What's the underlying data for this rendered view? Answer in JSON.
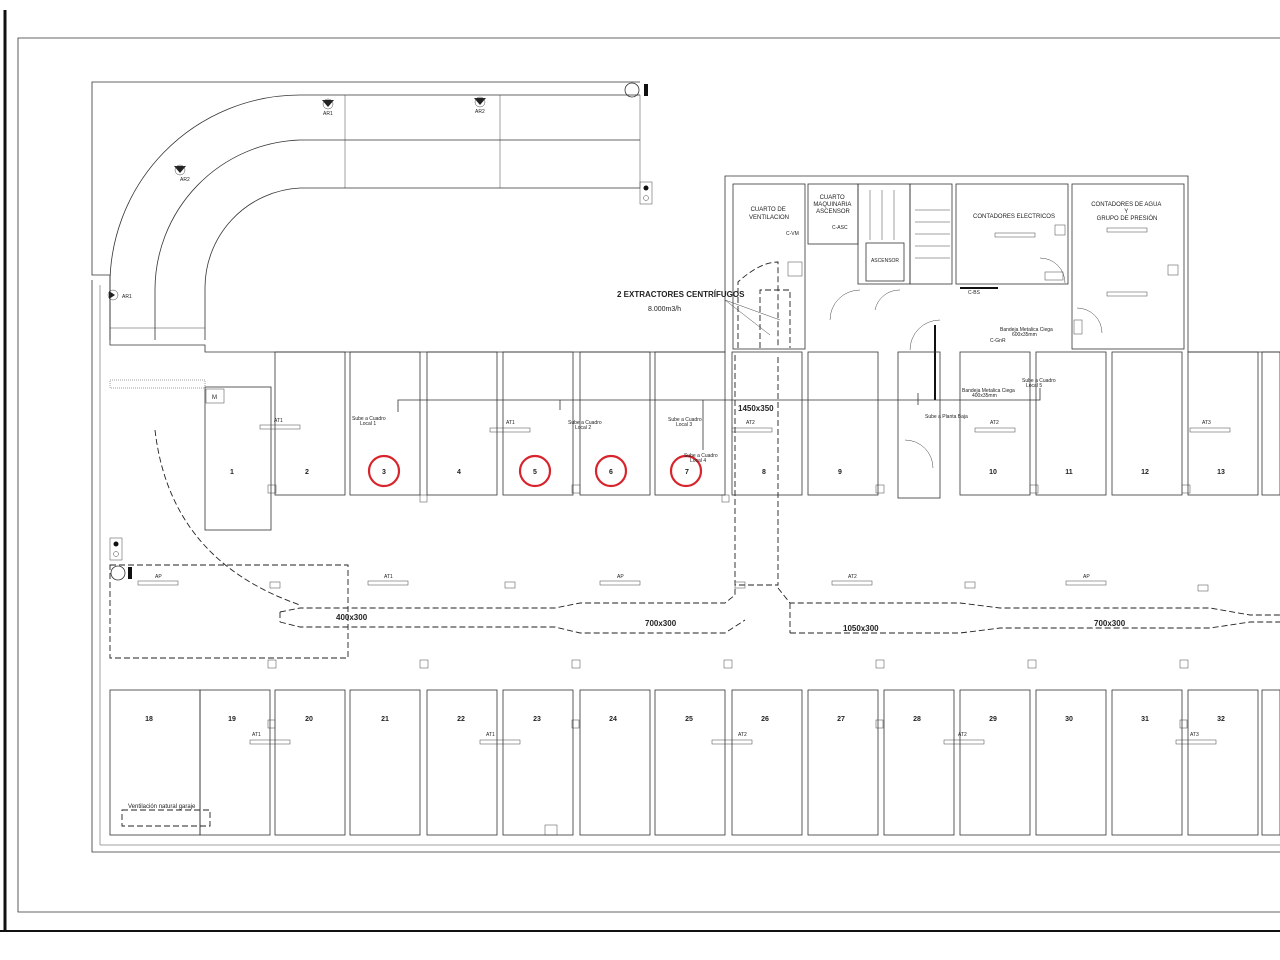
{
  "rooms": {
    "ventilacion": [
      "CUARTO DE",
      "VENTILACION"
    ],
    "maquinaria": [
      "CUARTO",
      "MAQUINARIA",
      "ASCENSOR"
    ],
    "ascensor": "ASCENSOR",
    "contadores_electricos": "CONTADORES ELECTRICOS",
    "contadores_agua": [
      "CONTADORES DE AGUA",
      "Y",
      "GRUPO DE PRESIÓN"
    ]
  },
  "annotations": {
    "extractores_title": "2 EXTRACTORES CENTRÍFUGOS",
    "extractores_flow": "8.000m3/h",
    "ventilacion_natural": "Ventilación natural garaje",
    "bandeja_1": "Bandeja Metalica Ciega",
    "bandeja_1_size": "600x35mm",
    "bandeja_2": "Bandeja Metalica Ciega",
    "bandeja_2_size": "400x35mm",
    "sube_local_1": [
      "Sube a Cuadro",
      "Local 1"
    ],
    "sube_local_2": [
      "Sube a Cuadro",
      "Local 2"
    ],
    "sube_local_3": [
      "Sube a Cuadro",
      "Local 3"
    ],
    "sube_local_4": [
      "Sube a Cuadro",
      "Local 4"
    ],
    "sube_local_5": [
      "Sube a Cuadro",
      "Local 5"
    ],
    "sube_planta_baja": "Sube a Planta Baja",
    "cvm": "C-VM",
    "casc": "C-ASC",
    "cbs": "C-BS",
    "cgrr": "C-GnR",
    "m_label": "M"
  },
  "ducts": [
    "400x300",
    "700x300",
    "1050x300",
    "700x300",
    "1450x350"
  ],
  "fixture_labels": {
    "ar1": "AR1",
    "ar2": "AR2",
    "at1": "AT1",
    "at2": "AT2",
    "at3": "AT3",
    "ap": "AP"
  },
  "spaces_top": [
    "1",
    "2",
    "3",
    "4",
    "5",
    "6",
    "7",
    "8",
    "9",
    "10",
    "11",
    "12",
    "13"
  ],
  "spaces_bottom": [
    "18",
    "19",
    "20",
    "21",
    "22",
    "23",
    "24",
    "25",
    "26",
    "27",
    "28",
    "29",
    "30",
    "31",
    "32"
  ],
  "highlighted_spaces": [
    "3",
    "5",
    "6",
    "7"
  ],
  "colors": {
    "line": "#333333",
    "highlight": "#d8242c",
    "background": "#ffffff"
  }
}
